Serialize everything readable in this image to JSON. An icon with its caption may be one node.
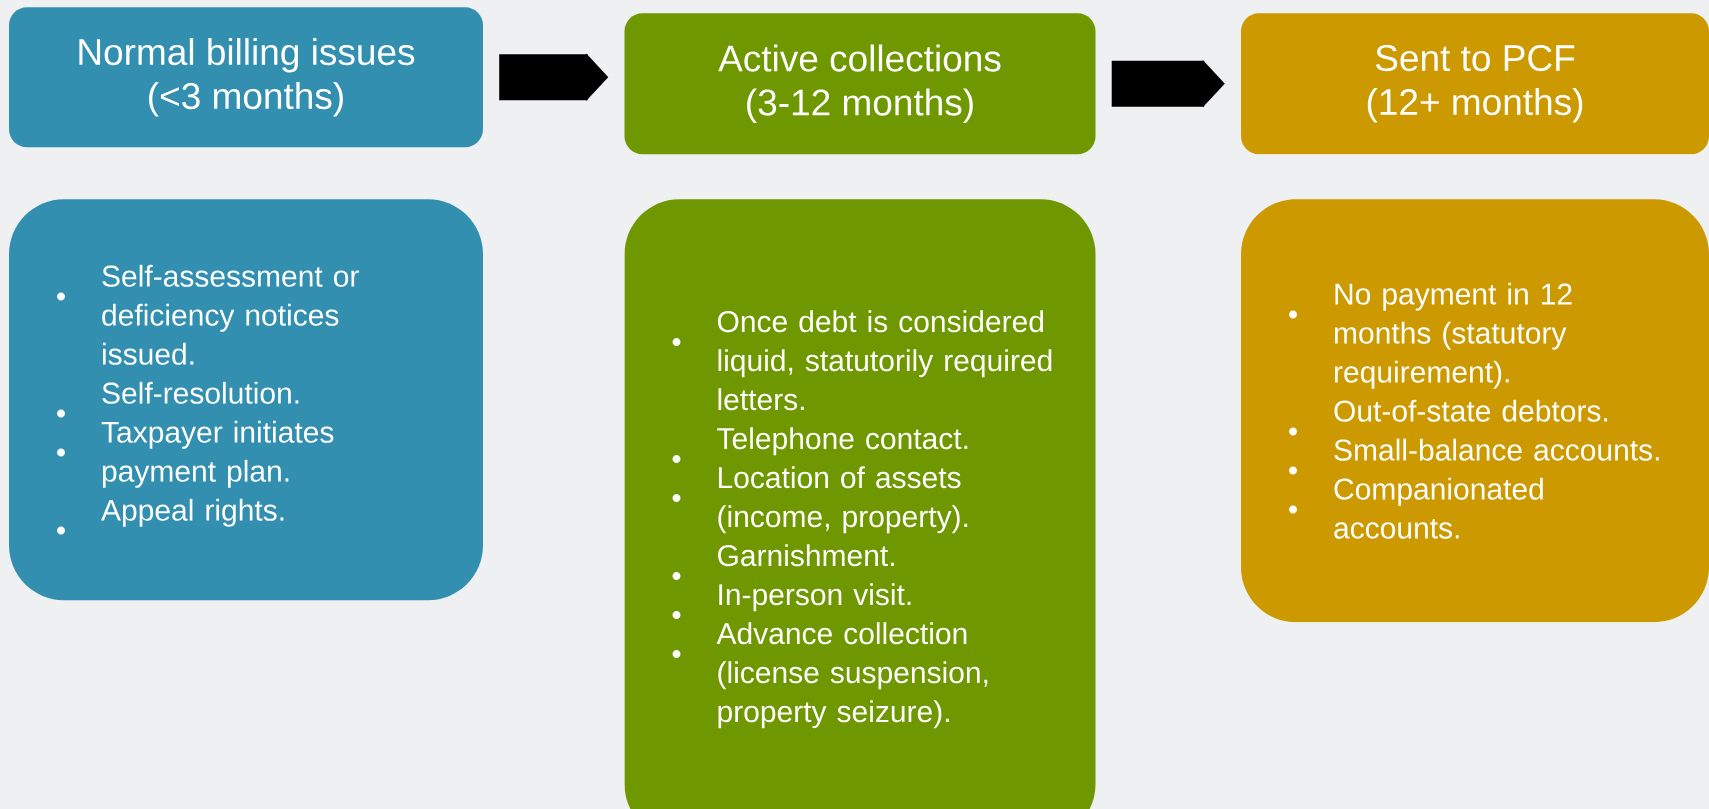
{
  "diagram": {
    "nodes": [
      {
        "text": [
          "Normal billing issues",
          "(<3 months)"
        ]
      },
      {
        "text": [
          "Active collections",
          "(3-12 months)"
        ]
      },
      {
        "text": [
          "Sent to PCF",
          "(12+ months)"
        ]
      },
      {
        "text": [
          "Self-assessment or deficiency notices issued.",
          "Self-resolution.",
          "Taxpayer initiates payment plan.",
          "Appeal rights."
        ]
      },
      {
        "text": [
          "Once debt is considered liquid, statutorily required letters.",
          "Telephone contact.",
          "Location of assets (income, property).",
          "Garnishment.",
          "In-person visit.",
          "Advance collection (license suspension, property seizure)."
        ]
      },
      {
        "text": [
          "No payment in 12 months (statutory requirement).",
          "Out-of-state debtors.",
          "Small-balance accounts.",
          "Companionated accounts."
        ]
      }
    ],
    "edges": [
      {
        "from": 0,
        "to": 1,
        "arrow": "to"
      },
      {
        "from": 1,
        "to": 2,
        "arrow": "to"
      }
    ]
  }
}
